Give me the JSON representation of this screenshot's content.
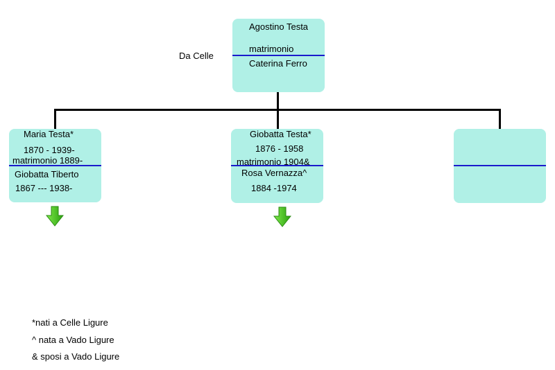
{
  "origin_label": "Da Celle",
  "root": {
    "name": "Agostino Testa",
    "marriage": "matrimonio",
    "spouse": "Caterina Ferro",
    "accent": "#b0f0e6"
  },
  "children": [
    {
      "name": "Maria Testa*",
      "dates": "1870 - 1939-",
      "marriage": "matrimonio 1889-",
      "spouse": "Giobatta Tiberto",
      "spouse_dates": "1867 --- 1938-",
      "has_descendants": true
    },
    {
      "name": "Giobatta Testa*",
      "dates": "1876 - 1958",
      "marriage": "matrimonio 1904&",
      "spouse": "Rosa Vernazza^",
      "spouse_dates": "1884 -1974",
      "has_descendants": true
    },
    {
      "name": "",
      "has_descendants": false
    }
  ],
  "legend": [
    "*nati a Celle Ligure",
    "^ nata a Vado Ligure",
    "& sposi a Vado Ligure"
  ],
  "colors": {
    "box": "#b0f0e6",
    "separator": "#1a1acc",
    "arrow": "#3cc81e"
  }
}
